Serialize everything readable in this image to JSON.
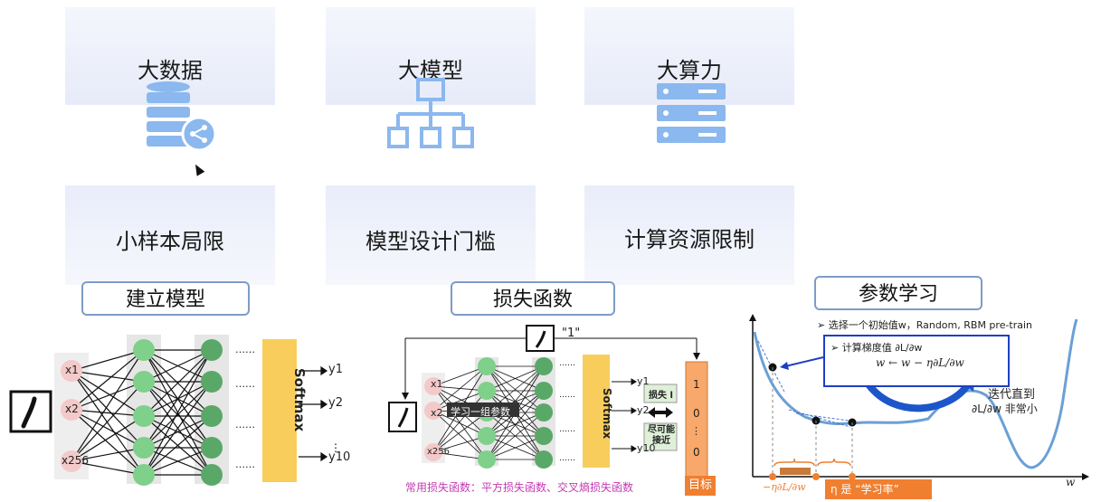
{
  "cards": {
    "data_title": "大数据",
    "model_title": "大模型",
    "compute_title": "大算力",
    "limit_small_sample": "小样本局限",
    "limit_model_design": "模型设计门槛",
    "limit_compute": "计算资源限制"
  },
  "sections": {
    "build_model": "建立模型",
    "loss_function": "损失函数",
    "param_learning": "参数学习"
  },
  "network": {
    "inputs": [
      "x1",
      "x2",
      "x256"
    ],
    "softmax": "Softmax",
    "outputs": [
      "y1",
      "y2",
      "y10"
    ],
    "dots": "……"
  },
  "loss": {
    "target_label": "\"1\"",
    "learn_params": "学习一组参数",
    "loss_l": "损失 l",
    "close_as_possible": "尽可能接近",
    "target_values": [
      "1",
      "0",
      "0"
    ],
    "common_loss": "常用损失函数：平方损失函数、交叉熵损失函数",
    "target_tag": "目标",
    "softmax": "Softmax",
    "inputs": [
      "x1",
      "x2",
      "x256"
    ],
    "outputs": [
      "y1",
      "y2",
      "y10"
    ]
  },
  "learning": {
    "step1": "选择一个初始值w，Random, RBM pre-train",
    "step2": "计算梯度值 ∂L/∂w",
    "update_rule": "w ← w − η∂L/∂w",
    "iterate": "迭代直到",
    "iterate2": "∂L/∂w 非常小",
    "step_label": "−η∂L/∂w",
    "eta_label": "η 是 “学习率”",
    "axis_w": "w"
  },
  "colors": {
    "card_icon": "#8bb8ee",
    "node_green": "#7fd08a",
    "node_dark": "#5aa868",
    "input_pink": "#f4c9c9",
    "softmax_orange": "#f8cd5c",
    "curve_blue": "#6aa0d6",
    "orange": "#f07f30"
  }
}
